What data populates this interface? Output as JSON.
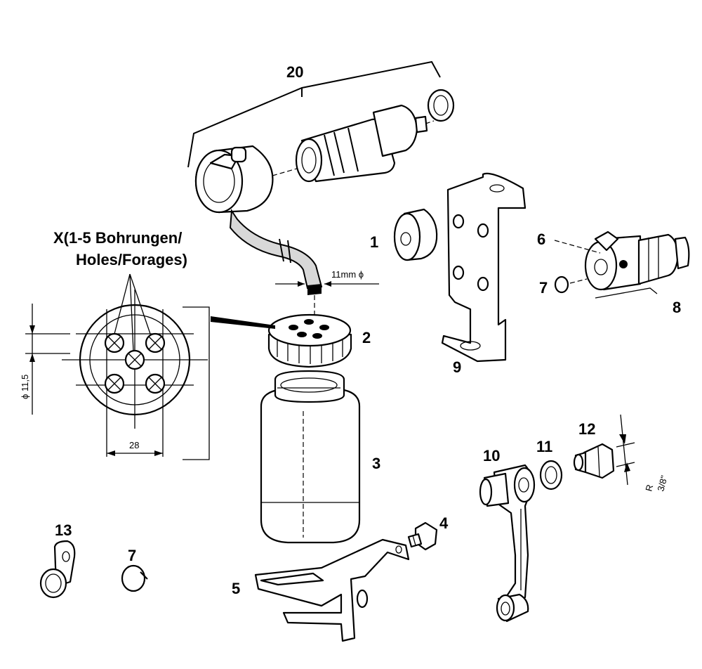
{
  "diagram": {
    "labels": {
      "l20": "20",
      "l1": "1",
      "l2": "2",
      "l3": "3",
      "l4": "4",
      "l5": "5",
      "l6": "6",
      "l7a": "7",
      "l7b": "7",
      "l8": "8",
      "l9": "9",
      "l10": "10",
      "l11": "11",
      "l12": "12",
      "l13": "13"
    },
    "callout": {
      "line1": "X(1-5 Bohrungen/",
      "line2": "Holes/Forages)"
    },
    "dimensions": {
      "hose_diameter": "11mm ϕ",
      "hole_diameter": "ϕ 11,5",
      "hole_spacing": "28",
      "thread_r": "R",
      "thread_frac": "3/8\""
    }
  }
}
